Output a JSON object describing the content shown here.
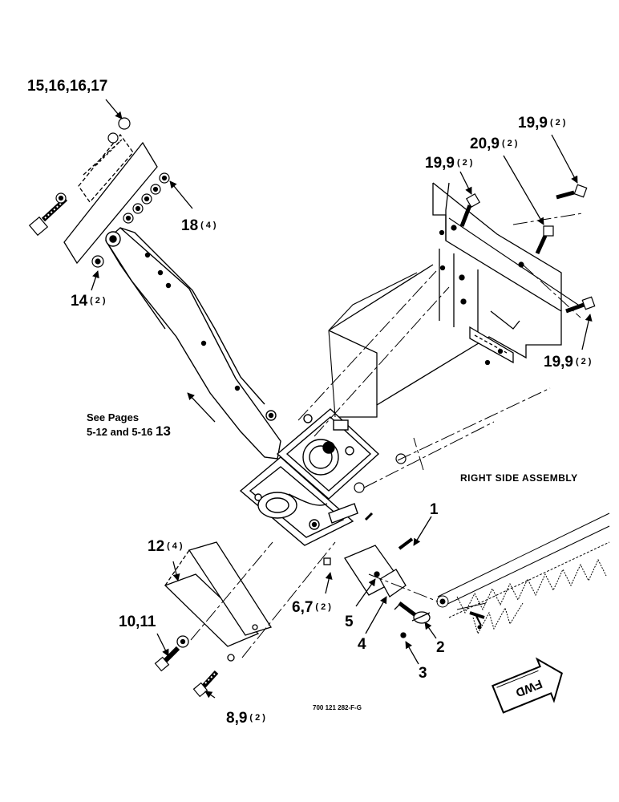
{
  "diagram": {
    "heading": "RIGHT SIDE ASSEMBLY",
    "doc_number": "700 121 282-F-G",
    "fwd_label": "FWD",
    "note": {
      "line1": "See Pages",
      "line2": "5-12 and 5-16",
      "ref": "13"
    },
    "callouts": {
      "c15": {
        "num": "15,16,16,17",
        "qty": ""
      },
      "c18": {
        "num": "18",
        "qty": "(4)"
      },
      "c14": {
        "num": "14",
        "qty": "(2)"
      },
      "c19a": {
        "num": "19,9",
        "qty": "(2)"
      },
      "c20": {
        "num": "20,9",
        "qty": "(2)"
      },
      "c19b": {
        "num": "19,9",
        "qty": "(2)"
      },
      "c19c": {
        "num": "19,9",
        "qty": "(2)"
      },
      "c1": {
        "num": "1",
        "qty": ""
      },
      "c12": {
        "num": "12",
        "qty": "(4)"
      },
      "c67": {
        "num": "6,7",
        "qty": "(2)"
      },
      "c5": {
        "num": "5",
        "qty": ""
      },
      "c1011": {
        "num": "10,11",
        "qty": ""
      },
      "c4": {
        "num": "4",
        "qty": ""
      },
      "c2": {
        "num": "2",
        "qty": ""
      },
      "c3": {
        "num": "3",
        "qty": ""
      },
      "c89": {
        "num": "8,9",
        "qty": "(2)"
      }
    }
  }
}
